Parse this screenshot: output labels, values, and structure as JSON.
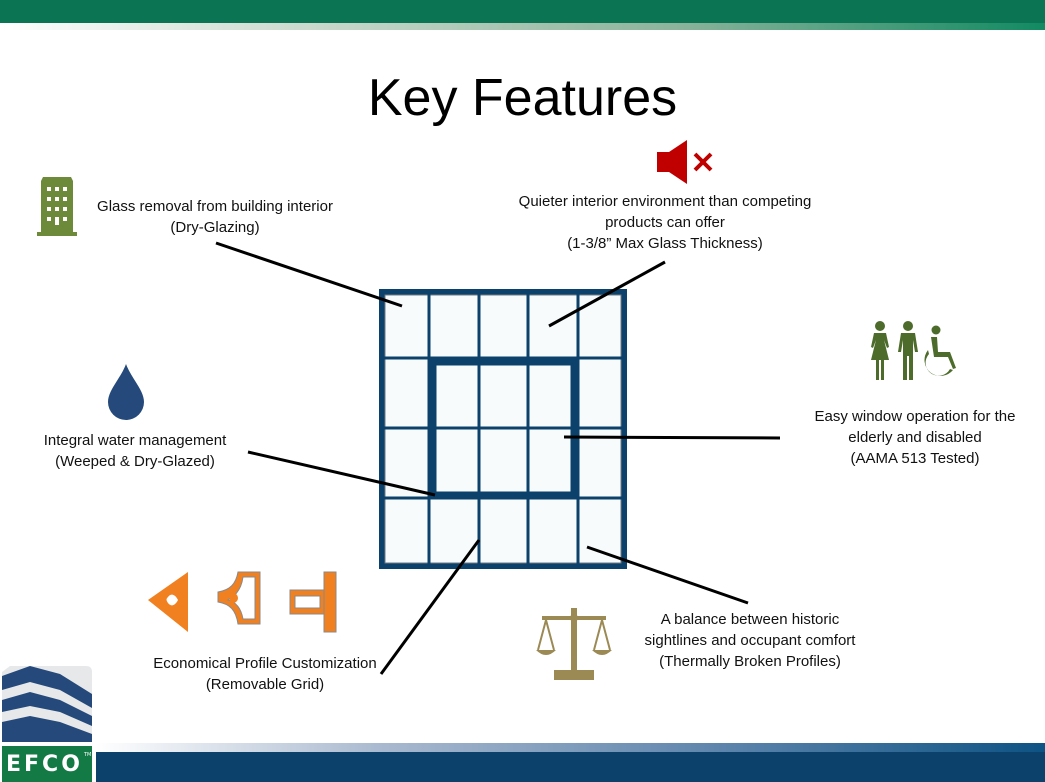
{
  "slide": {
    "title": "Key Features",
    "colors": {
      "header_green": "#0b7452",
      "footer_blue": "#0b416a",
      "frame_blue": "#0b416a",
      "building_green": "#6d8a3a",
      "mute_red": "#c00000",
      "drop_blue": "#24497a",
      "people_green": "#4d6b2a",
      "profile_orange": "#f08020",
      "scale_gold": "#9c8a55"
    }
  },
  "features": [
    {
      "id": "dry-glazing",
      "icon": "building-icon",
      "lines": [
        "Glass removal from building interior",
        "(Dry-Glazing)"
      ]
    },
    {
      "id": "quieter",
      "icon": "speaker-mute-icon",
      "lines": [
        "Quieter interior environment than competing",
        "products can offer",
        "(1-3/8” Max Glass Thickness)"
      ]
    },
    {
      "id": "accessibility",
      "icon": "people-accessibility-icon",
      "lines": [
        "Easy window operation for the",
        "elderly and disabled",
        "(AAMA 513 Tested)"
      ]
    },
    {
      "id": "water",
      "icon": "water-drop-icon",
      "lines": [
        "Integral water management",
        "(Weeped & Dry-Glazed)"
      ]
    },
    {
      "id": "profile",
      "icon": "profile-shapes-icon",
      "lines": [
        "Economical Profile Customization",
        "(Removable Grid)"
      ]
    },
    {
      "id": "thermal",
      "icon": "balance-scale-icon",
      "lines": [
        "A balance between historic",
        "sightlines and occupant comfort",
        "(Thermally Broken Profiles)"
      ]
    }
  ],
  "logo": {
    "text": "EFCO",
    "tm": "TM"
  }
}
